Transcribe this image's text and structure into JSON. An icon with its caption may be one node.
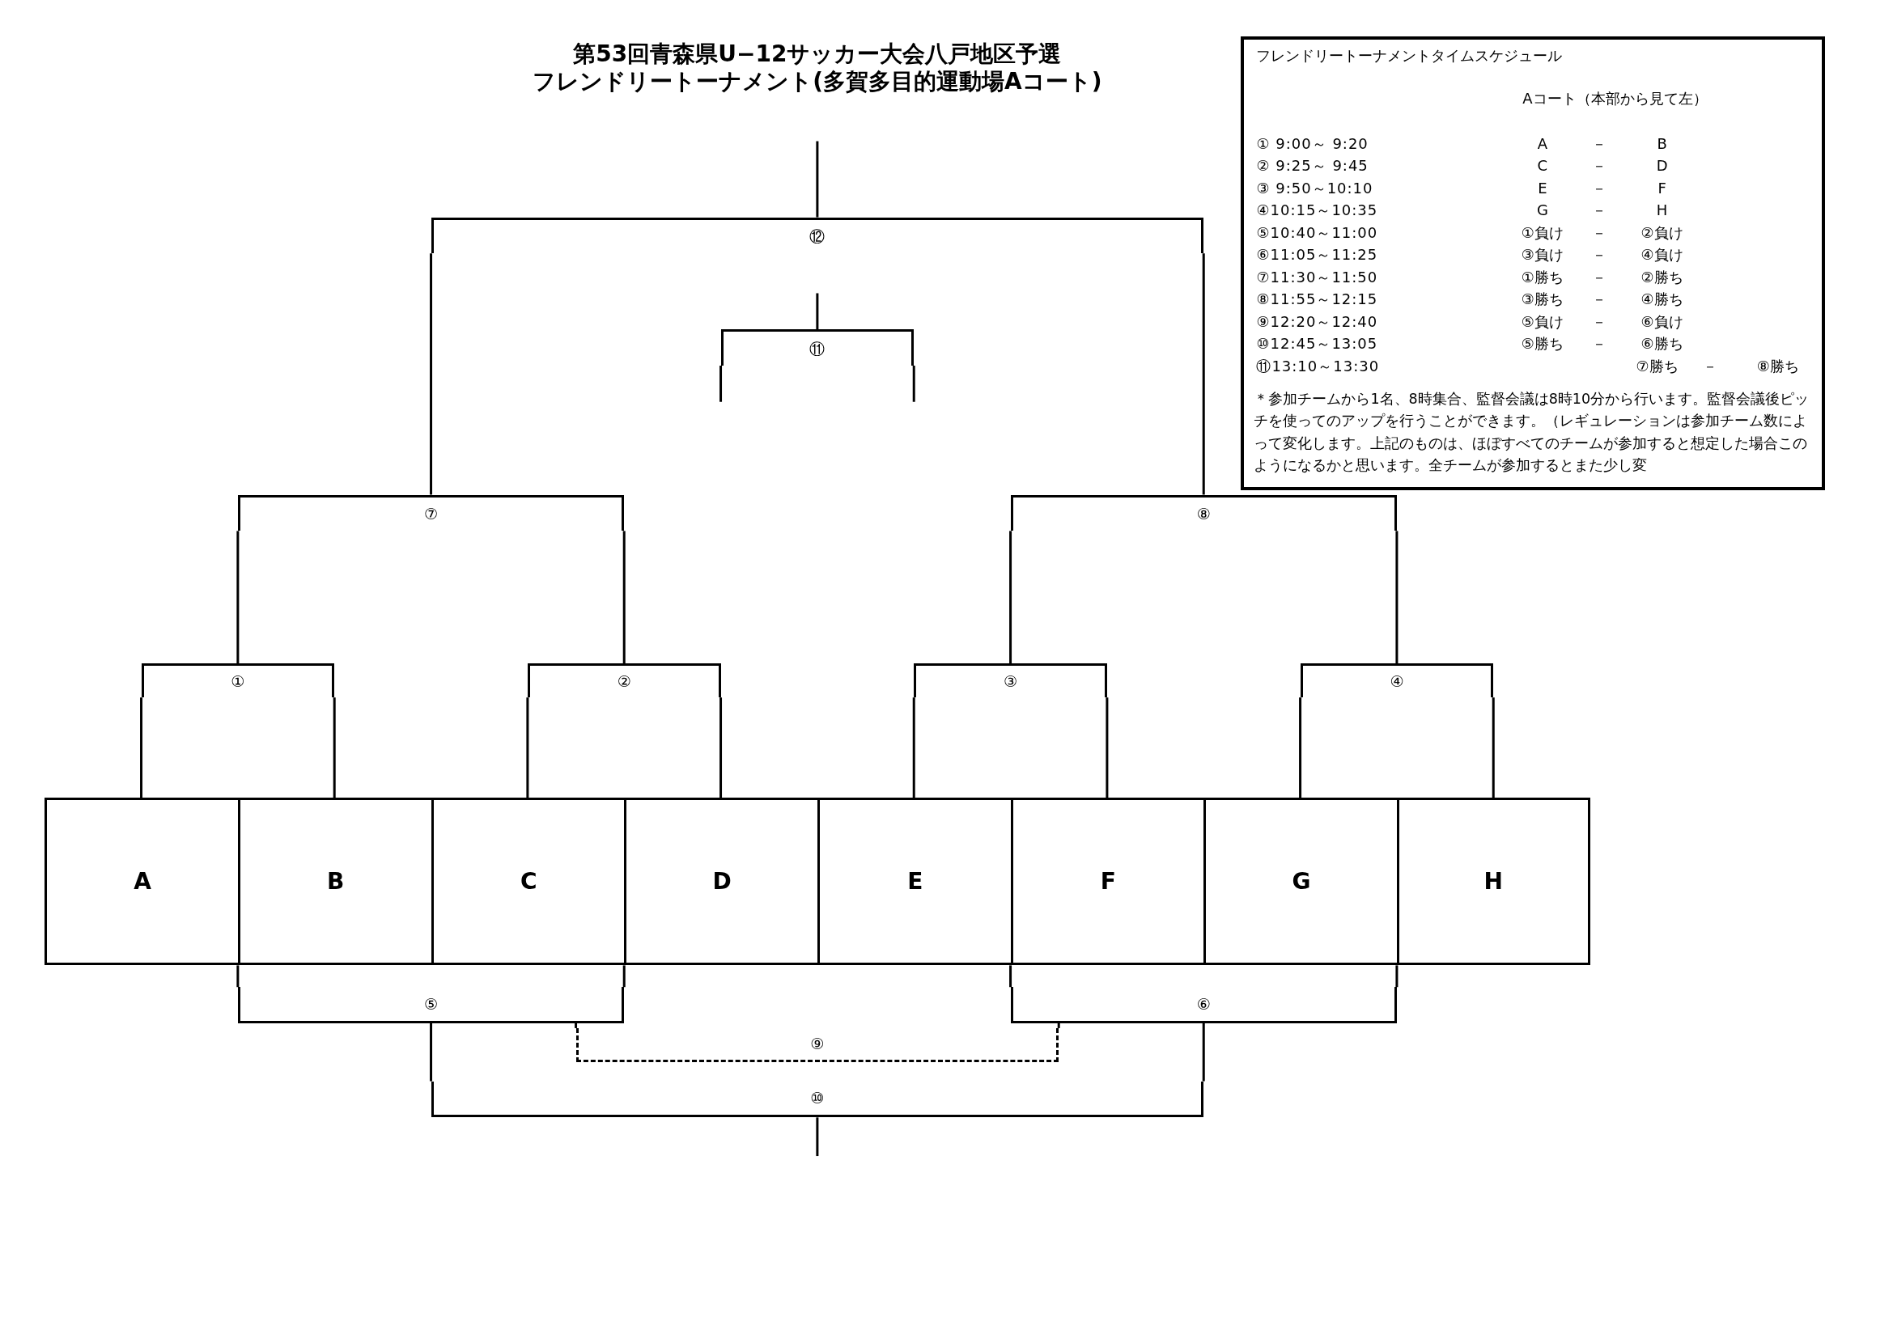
{
  "diagram": {
    "title": "第53回青森県U−12サッカー大会八戸地区予選フレンドリートーナメント(多賀多目的運動場Aコート)",
    "nodes": [
      {
        "text": [
          "フレンドリートーナメントタイムスケジュール",
          "Aコート（本部から見て左）",
          "① 9:00～ 9:20",
          "A",
          "－",
          "B",
          "② 9:25～ 9:45",
          "C",
          "－",
          "D",
          "③ 9:50～10:10",
          "E",
          "－",
          "F",
          "④10:15～10:35",
          "G",
          "－",
          "H",
          "⑤10:40～11:00",
          "①負け",
          "－",
          "②負け",
          "⑥11:05～11:25",
          "③負け",
          "－",
          "④負け",
          "⑦11:30～11:50",
          "①勝ち",
          "－",
          "②勝ち",
          "⑧11:55～12:15",
          "③勝ち",
          "－",
          "④勝ち",
          "⑨12:20～12:40",
          "⑤負け",
          "－",
          "⑥負け",
          "⑩12:45～13:05",
          "⑤勝ち",
          "－",
          "⑥勝ち",
          "⑪13:10～13:30",
          "⑦勝ち",
          "－",
          "⑧勝ち",
          "＊参加チームから1名、8時集合、監督会議は8時10分から行います。監督会議後ピッチを使ってのアップを行うことができます。（レギュレーションは参加チーム数によって変化します。上記のものは、ほぼすべてのチームが参加すると想定した場合このようになるかと思います。全チームが参加するとまた少し変"
        ]
      },
      {
        "text": [
          "⑫"
        ]
      },
      {
        "text": [
          "⑪"
        ]
      },
      {
        "text": [
          "⑦"
        ]
      },
      {
        "text": [
          "⑧"
        ]
      },
      {
        "text": [
          "①"
        ]
      },
      {
        "text": [
          "②"
        ]
      },
      {
        "text": [
          "③"
        ]
      },
      {
        "text": [
          "④"
        ]
      },
      {
        "text": [
          "A"
        ]
      },
      {
        "text": [
          "B"
        ]
      },
      {
        "text": [
          "C"
        ]
      },
      {
        "text": [
          "D"
        ]
      },
      {
        "text": [
          "E"
        ]
      },
      {
        "text": [
          "F"
        ]
      },
      {
        "text": [
          "G"
        ]
      },
      {
        "text": [
          "H"
        ]
      },
      {
        "text": [
          "⑤"
        ]
      },
      {
        "text": [
          "⑥"
        ]
      },
      {
        "text": [
          "⑨"
        ]
      },
      {
        "text": [
          "⑩"
        ]
      }
    ],
    "edges": [
      {
        "from": 9,
        "to": 5,
        "arrow": "none"
      },
      {
        "from": 10,
        "to": 5,
        "arrow": "none"
      },
      {
        "from": 11,
        "to": 6,
        "arrow": "none"
      },
      {
        "from": 12,
        "to": 6,
        "arrow": "none"
      },
      {
        "from": 13,
        "to": 7,
        "arrow": "none"
      },
      {
        "from": 14,
        "to": 7,
        "arrow": "none"
      },
      {
        "from": 15,
        "to": 8,
        "arrow": "none"
      },
      {
        "from": 16,
        "to": 8,
        "arrow": "none"
      },
      {
        "from": 5,
        "to": 3,
        "arrow": "none"
      },
      {
        "from": 6,
        "to": 3,
        "arrow": "none"
      },
      {
        "from": 7,
        "to": 4,
        "arrow": "none"
      },
      {
        "from": 8,
        "to": 4,
        "arrow": "none"
      },
      {
        "from": 3,
        "to": 1,
        "arrow": "none"
      },
      {
        "from": 4,
        "to": 1,
        "arrow": "none"
      },
      {
        "from": 1,
        "to": null,
        "arrow": "none"
      },
      {
        "from": 2,
        "to": null,
        "arrow": "none"
      },
      {
        "from": 2,
        "to": null,
        "arrow": "none"
      },
      {
        "from": 2,
        "to": null,
        "arrow": "none"
      },
      {
        "from": 10,
        "to": 17,
        "arrow": "none"
      },
      {
        "from": 11,
        "to": 17,
        "arrow": "none"
      },
      {
        "from": 14,
        "to": 18,
        "arrow": "none"
      },
      {
        "from": 15,
        "to": 18,
        "arrow": "none"
      },
      {
        "from": 17,
        "to": 19,
        "arrow": "none",
        "style": "dashed"
      },
      {
        "from": 18,
        "to": 19,
        "arrow": "none",
        "style": "dashed"
      },
      {
        "from": 17,
        "to": 20,
        "arrow": "none"
      },
      {
        "from": 18,
        "to": 20,
        "arrow": "none"
      },
      {
        "from": 20,
        "to": null,
        "arrow": "none"
      }
    ]
  }
}
